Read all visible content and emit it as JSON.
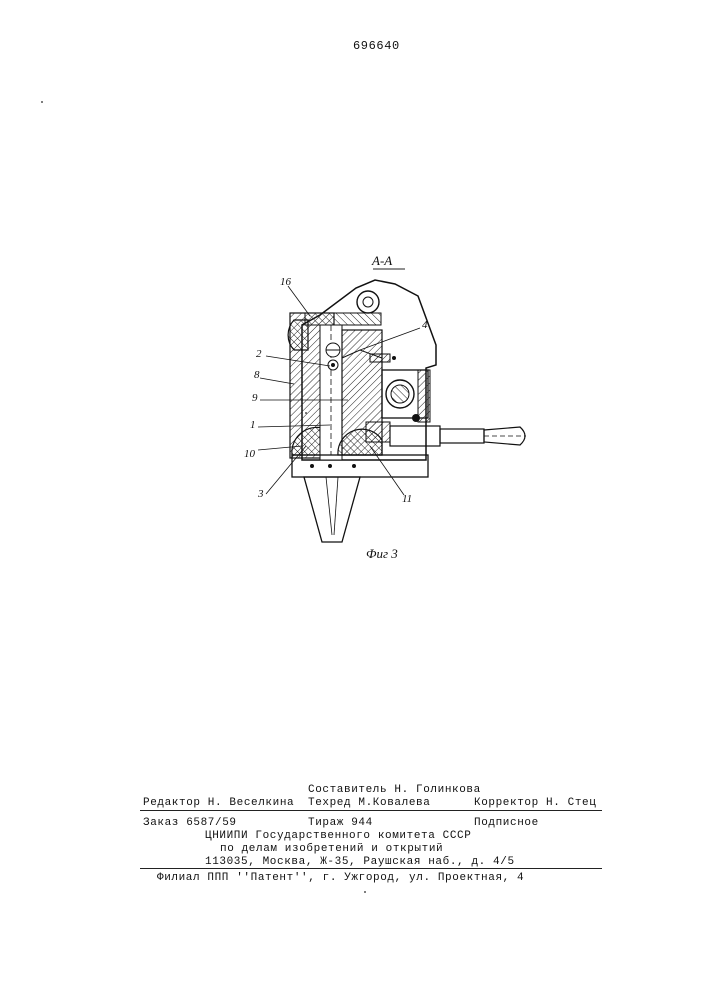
{
  "page": {
    "number": "696640"
  },
  "figure": {
    "section_label": "А-А",
    "caption": "Фиг 3",
    "callouts": [
      "16",
      "4",
      "2",
      "8",
      "9",
      "1",
      "10",
      "3",
      "11"
    ]
  },
  "imprint": {
    "compiler": "Составитель Н. Голинкова",
    "editor": "Редактор Н. Веселкина",
    "techred": "Техред М.Ковалева",
    "corrector": "Корректор Н. Стец",
    "order": "Заказ 6587/59",
    "circulation": "Тираж 944",
    "subscription": "Подписное",
    "org_line1": "ЦНИИПИ Государственного комитета СССР",
    "org_line2": "по делам изобретений и открытий",
    "address": "113035, Москва, Ж-35, Раушская наб., д. 4/5",
    "branch": "Филиал ППП ''Патент'', г. Ужгород, ул. Проектная, 4"
  }
}
